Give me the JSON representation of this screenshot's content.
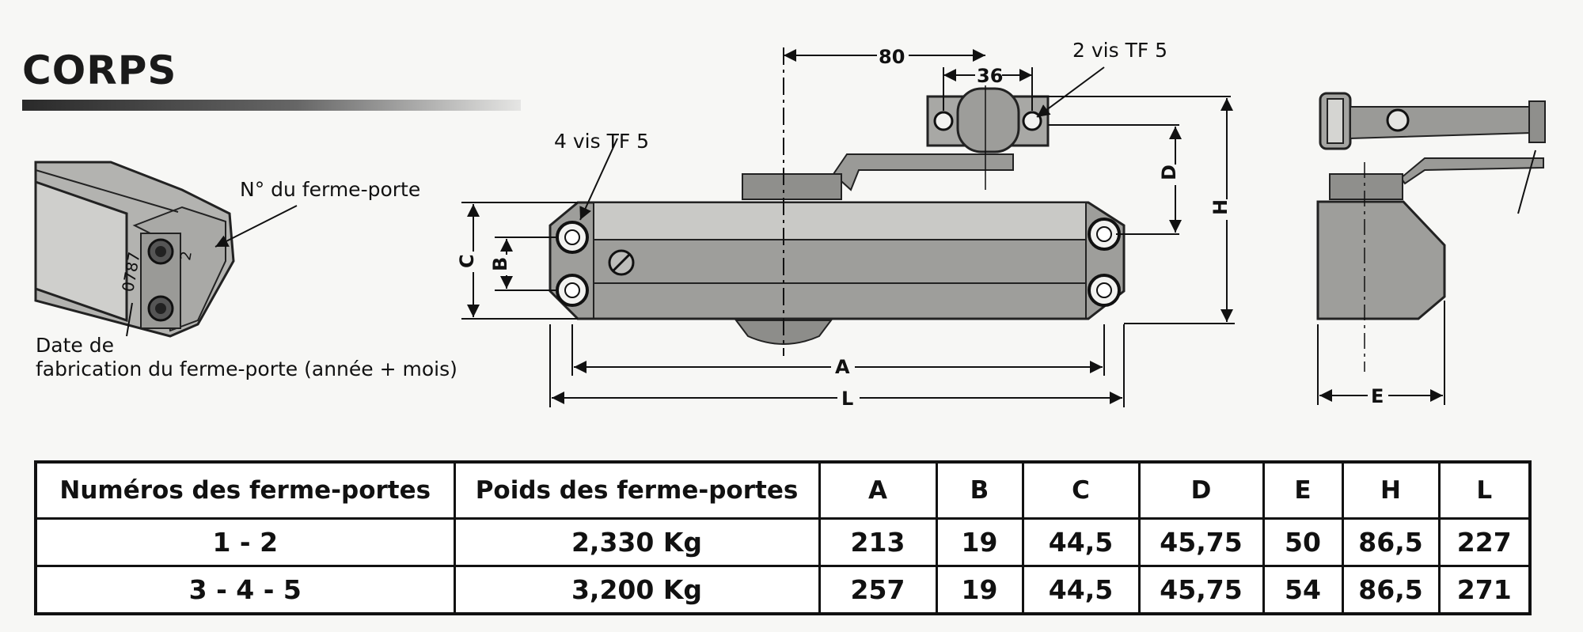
{
  "section": {
    "title": "CORPS"
  },
  "detail": {
    "closer_number_label": "N° du ferme-porte",
    "date_label_line1": "Date de",
    "date_label_line2": "fabrication du ferme-porte (année + mois)",
    "stamp_code": "0787",
    "stamp_number": "2"
  },
  "drawing": {
    "screws_arm": "2 vis TF 5",
    "screws_body": "4 vis TF 5",
    "dims": {
      "d80": "80",
      "d36": "36",
      "A": "A",
      "B": "B",
      "C": "C",
      "D": "D",
      "E": "E",
      "H": "H",
      "L": "L"
    }
  },
  "table": {
    "headers": [
      "Numéros des ferme-portes",
      "Poids des ferme-portes",
      "A",
      "B",
      "C",
      "D",
      "E",
      "H",
      "L"
    ],
    "rows": [
      [
        "1 - 2",
        "2,330 Kg",
        "213",
        "19",
        "44,5",
        "45,75",
        "50",
        "86,5",
        "227"
      ],
      [
        "3 - 4 - 5",
        "3,200 Kg",
        "257",
        "19",
        "44,5",
        "45,75",
        "54",
        "86,5",
        "271"
      ]
    ]
  }
}
